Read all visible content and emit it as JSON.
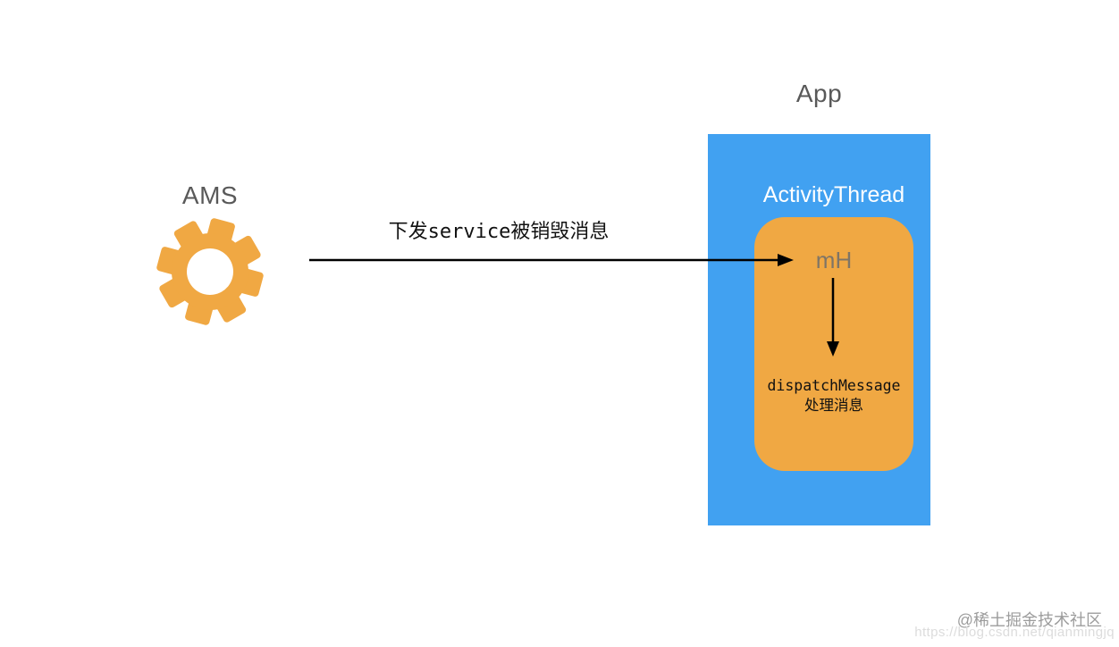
{
  "diagram": {
    "ams": {
      "label": "AMS",
      "icon": "gear-icon"
    },
    "message_arrow": {
      "label": "下发service被销毁消息"
    },
    "app": {
      "title": "App",
      "thread_label": "ActivityThread"
    },
    "handler": {
      "title": "mH",
      "line1": "dispatchMessage",
      "line2": "处理消息"
    }
  },
  "watermark": {
    "community": "@稀土掘金技术社区",
    "url": "https://blog.csdn.net/qianmingjq"
  },
  "colors": {
    "orange": "#F0A843",
    "blue": "#41A1F1",
    "title_gray": "#595959",
    "mh_gray": "#7F7566",
    "arrow_black": "#000000",
    "watermark_gray": "#9C9C9C",
    "watermark_url_gray": "#DCDCDC",
    "background": "#FFFFFF"
  }
}
